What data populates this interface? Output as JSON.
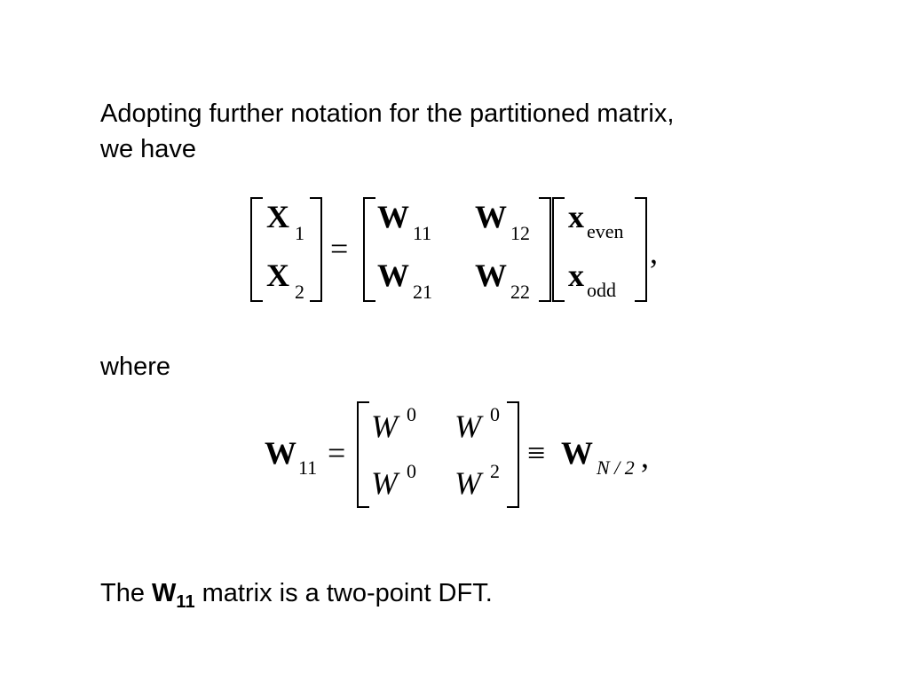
{
  "intro": {
    "line1": "Adopting further notation for the partitioned matrix,",
    "line2": "we have"
  },
  "eq1": {
    "lhs": [
      {
        "sym": "X",
        "sub": "1"
      },
      {
        "sym": "X",
        "sub": "2"
      }
    ],
    "eq": "=",
    "matrix": [
      [
        {
          "sym": "W",
          "sub": "11"
        },
        {
          "sym": "W",
          "sub": "12"
        }
      ],
      [
        {
          "sym": "W",
          "sub": "21"
        },
        {
          "sym": "W",
          "sub": "22"
        }
      ]
    ],
    "vector": [
      {
        "sym": "x",
        "sub": "even"
      },
      {
        "sym": "x",
        "sub": "odd"
      }
    ],
    "trail": ","
  },
  "where": "where",
  "eq2": {
    "lhs": {
      "sym": "W",
      "sub": "11"
    },
    "eq": "=",
    "matrix": [
      [
        {
          "sym": "W",
          "sup": "0"
        },
        {
          "sym": "W",
          "sup": "0"
        }
      ],
      [
        {
          "sym": "W",
          "sup": "0"
        },
        {
          "sym": "W",
          "sup": "2"
        }
      ]
    ],
    "equiv": "≡",
    "rhs": {
      "sym": "W",
      "sub": "N / 2"
    },
    "trail": ","
  },
  "conclusion": {
    "pre": "The",
    "sym": "W",
    "sub": "11",
    "post": "matrix is a two-point DFT."
  }
}
